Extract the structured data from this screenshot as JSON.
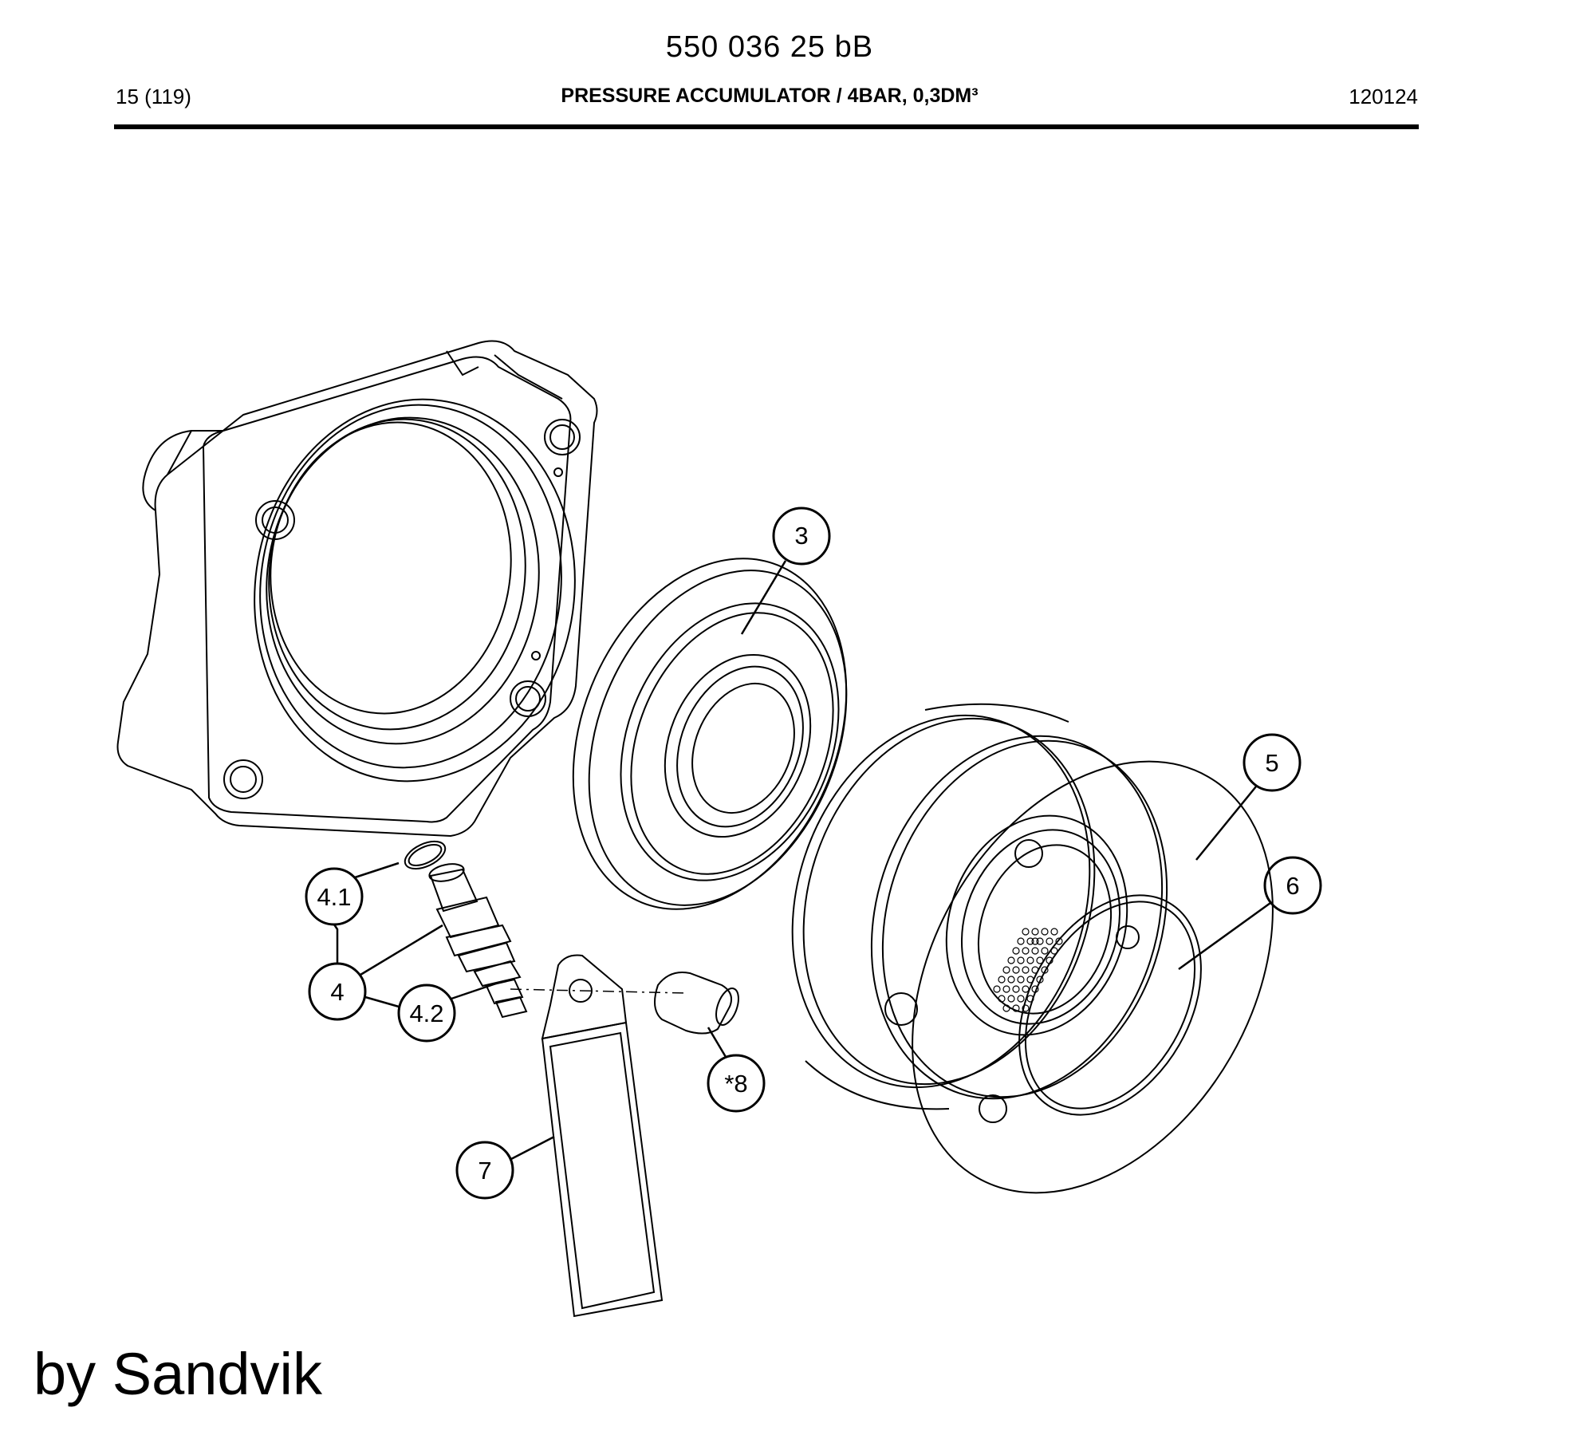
{
  "header": {
    "doc_number": "550 036 25 bB",
    "page_ref": "15 (119)",
    "title": "PRESSURE ACCUMULATOR / 4BAR, 0,3DM³",
    "date": "120124"
  },
  "callouts": {
    "c3": "3",
    "c4": "4",
    "c41": "4.1",
    "c42": "4.2",
    "c5": "5",
    "c6": "6",
    "c7": "7",
    "c8": "*8"
  },
  "footer": {
    "credit": "by Sandvik"
  },
  "colors": {
    "line": "#000000",
    "background": "#ffffff"
  }
}
